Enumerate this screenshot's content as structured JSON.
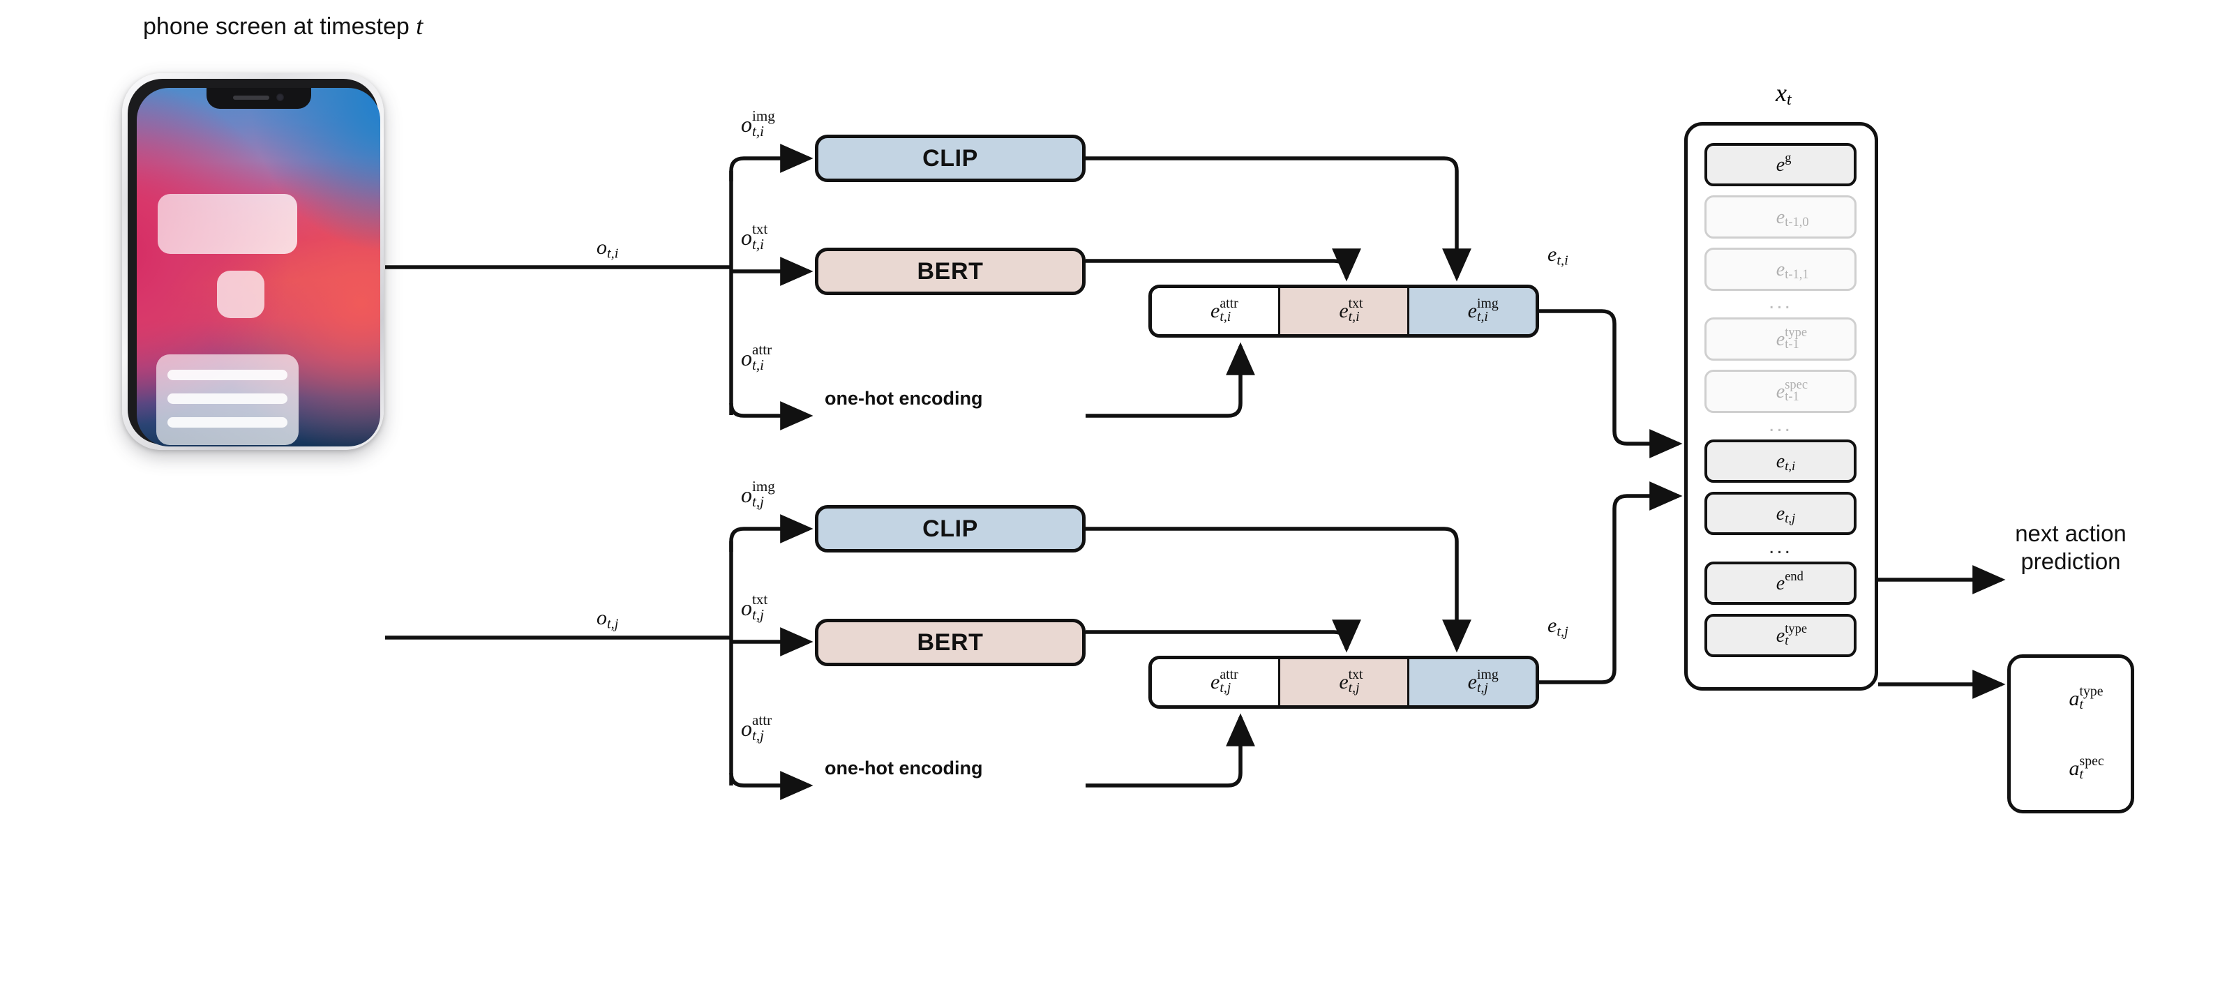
{
  "title": "phone screen at timestep t",
  "title_plain": "phone screen at timestep",
  "title_var": "t",
  "phone": {
    "name": "phone screen mockup",
    "notch": {
      "speaker": "speaker-grille",
      "camera": "front-camera"
    },
    "wallpaper_colors": [
      "#4e8ccc",
      "#9c7ab2",
      "#d93a67",
      "#e1505f",
      "#3f4a86",
      "#123255"
    ],
    "ui_elements": [
      {
        "name": "card-top",
        "kind": "rounded-card"
      },
      {
        "name": "app-icon",
        "kind": "rounded-square"
      },
      {
        "name": "card-bottom",
        "kind": "rounded-card-with-rows",
        "rows": 3
      }
    ]
  },
  "colors": {
    "clip_fill": "#c3d4e3",
    "bert_fill": "#e9d8d2",
    "attr_fill": "#ffffff",
    "token_solid_fill": "#eeeeee",
    "token_faded_fill": "#fafafa",
    "stroke": "#111111",
    "faded_stroke": "#cfcfcf"
  },
  "branches": [
    {
      "id": "i",
      "observation_label": "o_{t,i}",
      "inputs": [
        {
          "name": "image-input",
          "label": "o^{img}_{t,i}",
          "base": "o",
          "sup": "img",
          "sub": "t,i"
        },
        {
          "name": "text-input",
          "label": "o^{txt}_{t,i}",
          "base": "o",
          "sup": "txt",
          "sub": "t,i"
        },
        {
          "name": "attr-input",
          "label": "o^{attr}_{t,i}",
          "base": "o",
          "sup": "attr",
          "sub": "t,i"
        }
      ],
      "encoders": [
        {
          "name": "clip-encoder",
          "label": "CLIP"
        },
        {
          "name": "bert-encoder",
          "label": "BERT"
        },
        {
          "name": "one-hot-encoder",
          "label": "one-hot encoding"
        }
      ],
      "concat": {
        "output_label": "e_{t,i}",
        "segments": [
          {
            "name": "attr-segment",
            "base": "e",
            "sup": "attr",
            "sub": "t,i",
            "fill": "#ffffff"
          },
          {
            "name": "txt-segment",
            "base": "e",
            "sup": "txt",
            "sub": "t,i",
            "fill": "#e9d8d2"
          },
          {
            "name": "img-segment",
            "base": "e",
            "sup": "img",
            "sub": "t,i",
            "fill": "#c3d4e3"
          }
        ]
      }
    },
    {
      "id": "j",
      "observation_label": "o_{t,j}",
      "inputs": [
        {
          "name": "image-input",
          "label": "o^{img}_{t,j}",
          "base": "o",
          "sup": "img",
          "sub": "t,j"
        },
        {
          "name": "text-input",
          "label": "o^{txt}_{t,j}",
          "base": "o",
          "sup": "txt",
          "sub": "t,j"
        },
        {
          "name": "attr-input",
          "label": "o^{attr}_{t,j}",
          "base": "o",
          "sup": "attr",
          "sub": "t,j"
        }
      ],
      "encoders": [
        {
          "name": "clip-encoder",
          "label": "CLIP"
        },
        {
          "name": "bert-encoder",
          "label": "BERT"
        },
        {
          "name": "one-hot-encoder",
          "label": "one-hot encoding"
        }
      ],
      "concat": {
        "output_label": "e_{t,j}",
        "segments": [
          {
            "name": "attr-segment",
            "base": "e",
            "sup": "attr",
            "sub": "t,j",
            "fill": "#ffffff"
          },
          {
            "name": "txt-segment",
            "base": "e",
            "sup": "txt",
            "sub": "t,j",
            "fill": "#e9d8d2"
          },
          {
            "name": "img-segment",
            "base": "e",
            "sup": "img",
            "sub": "t,j",
            "fill": "#c3d4e3"
          }
        ]
      }
    }
  ],
  "sequence": {
    "label": "x_t",
    "label_base": "x",
    "label_sub": "t",
    "tokens": [
      {
        "name": "token-e-g",
        "base": "e",
        "sup": "g",
        "sub": "",
        "state": "solid"
      },
      {
        "name": "token-e-tm1-0",
        "base": "e",
        "sup": "",
        "sub": "t-1,0",
        "state": "faded"
      },
      {
        "name": "token-e-tm1-1",
        "base": "e",
        "sup": "",
        "sub": "t-1,1",
        "state": "faded"
      },
      {
        "name": "ellipsis-1",
        "base": "",
        "sup": "",
        "sub": "",
        "state": "faded-dots",
        "text": "..."
      },
      {
        "name": "token-e-type-tm1",
        "base": "e",
        "sup": "type",
        "sub": "t-1",
        "state": "faded"
      },
      {
        "name": "token-e-spec-tm1",
        "base": "e",
        "sup": "spec",
        "sub": "t-1",
        "state": "faded"
      },
      {
        "name": "ellipsis-2",
        "base": "",
        "sup": "",
        "sub": "",
        "state": "faded-dots",
        "text": "..."
      },
      {
        "name": "token-e-t-i",
        "base": "e",
        "sup": "",
        "sub": "t,i",
        "state": "solid"
      },
      {
        "name": "token-e-t-j",
        "base": "e",
        "sup": "",
        "sub": "t,j",
        "state": "solid"
      },
      {
        "name": "ellipsis-3",
        "base": "",
        "sup": "",
        "sub": "",
        "state": "solid-dots",
        "text": "..."
      },
      {
        "name": "token-e-end",
        "base": "e",
        "sup": "end",
        "sub": "",
        "state": "solid"
      },
      {
        "name": "token-e-type-t",
        "base": "e",
        "sup": "type",
        "sub": "t",
        "state": "solid"
      }
    ]
  },
  "prediction": {
    "title_line1": "next action",
    "title_line2": "prediction",
    "outputs": [
      {
        "name": "action-type",
        "base": "a",
        "sup": "type",
        "sub": "t"
      },
      {
        "name": "action-spec",
        "base": "a",
        "sup": "spec",
        "sub": "t"
      }
    ]
  }
}
